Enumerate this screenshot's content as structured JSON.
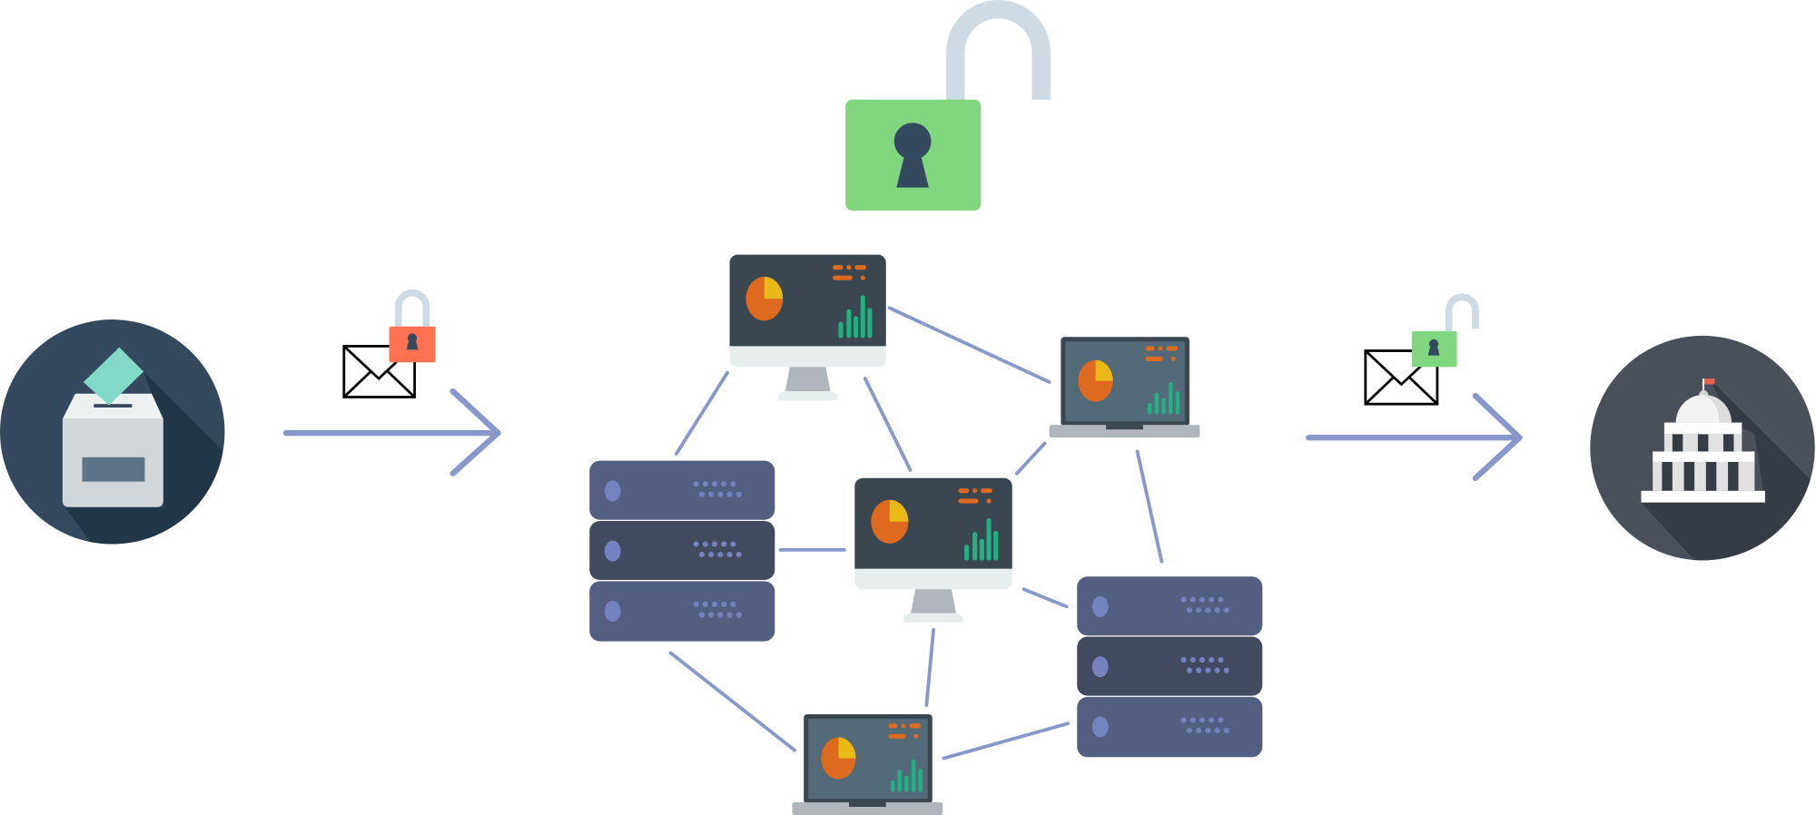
{
  "diagram": {
    "nodes": [
      {
        "id": "ballot-box",
        "icon": "ballot-box-icon"
      },
      {
        "id": "government",
        "icon": "capitol-building-icon"
      },
      {
        "id": "central-lock",
        "icon": "unlocked-padlock-icon",
        "state": "unlocked"
      },
      {
        "id": "sent-message",
        "icon": "envelope-icon",
        "lock": "locked"
      },
      {
        "id": "received-message",
        "icon": "envelope-icon",
        "lock": "unlocked"
      },
      {
        "id": "monitor-top",
        "icon": "desktop-monitor-icon"
      },
      {
        "id": "monitor-center",
        "icon": "desktop-monitor-icon"
      },
      {
        "id": "laptop-right",
        "icon": "laptop-icon"
      },
      {
        "id": "laptop-bottom",
        "icon": "laptop-icon"
      },
      {
        "id": "server-left",
        "icon": "server-rack-icon"
      },
      {
        "id": "server-right",
        "icon": "server-rack-icon"
      }
    ],
    "edges": [
      [
        "monitor-top",
        "laptop-right"
      ],
      [
        "monitor-top",
        "server-left"
      ],
      [
        "monitor-top",
        "monitor-center"
      ],
      [
        "laptop-right",
        "monitor-center"
      ],
      [
        "laptop-right",
        "server-right"
      ],
      [
        "server-left",
        "monitor-center"
      ],
      [
        "monitor-center",
        "server-right"
      ],
      [
        "monitor-center",
        "laptop-bottom"
      ],
      [
        "server-left",
        "laptop-bottom"
      ],
      [
        "server-right",
        "laptop-bottom"
      ]
    ],
    "flow_arrows": [
      [
        "ballot-box",
        "network"
      ],
      [
        "network",
        "government"
      ]
    ]
  },
  "colors": {
    "link": "#8898cb",
    "lock_locked": "#ff7150",
    "lock_unlocked": "#81d780",
    "shackle": "#cfdbe4",
    "keyhole": "#34495e",
    "ballot_circle": "#34495e",
    "government_circle": "#4a5059",
    "server_light": "#535f80",
    "server_dark": "#424a60",
    "server_led": "#7482bf",
    "screen_dark": "#3a4650",
    "pie_orange": "#dd6a1e",
    "pie_yellow": "#ebb917",
    "bars_green": "#22b083"
  }
}
